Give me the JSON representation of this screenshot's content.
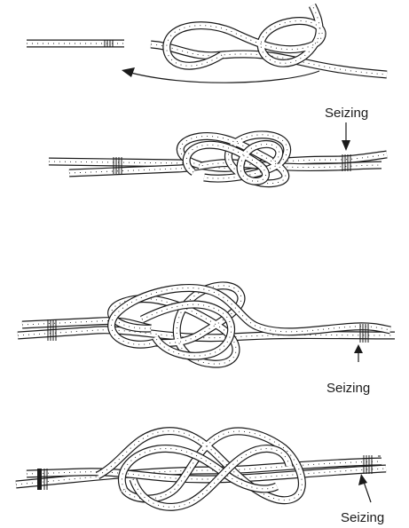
{
  "labels": {
    "seizing_1": "Seizing",
    "seizing_2": "Seizing",
    "seizing_3": "Seizing"
  }
}
